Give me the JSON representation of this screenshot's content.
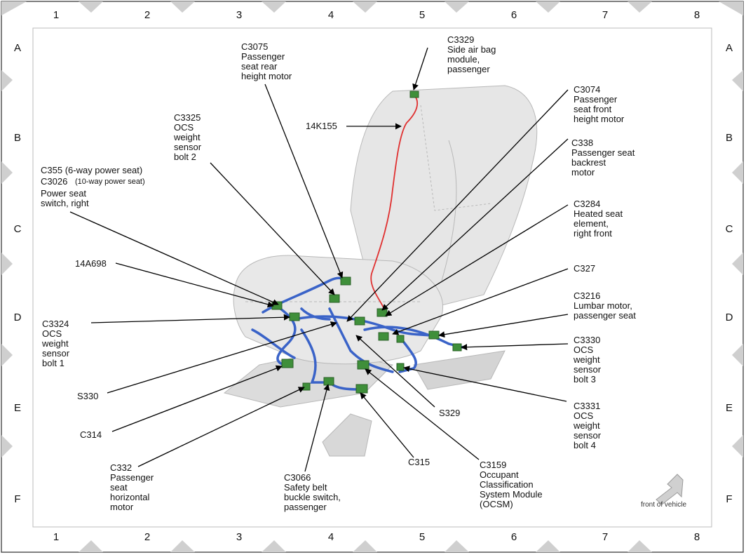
{
  "grid": {
    "columns": [
      "1",
      "2",
      "3",
      "4",
      "5",
      "6",
      "7",
      "8"
    ],
    "rows": [
      "A",
      "B",
      "C",
      "D",
      "E",
      "F"
    ]
  },
  "labels": {
    "c3075": "C3075\nPassenger\nseat rear\nheight motor",
    "c3329": "C3329\nSide air bag\nmodule,\npassenger",
    "c3325": "C3325\nOCS\nweight\nsensor\nbolt 2",
    "k155": "14K155",
    "c3074": "C3074\nPassenger\nseat front\nheight motor",
    "c338": "C338\nPassenger seat\nbackrest\nmotor",
    "c355_line1": "C355  (6-way power seat)",
    "c3026_code": "C3026",
    "c3026_desc": "(10-way power seat)",
    "c355_line3": "Power seat\nswitch, right",
    "c3284": "C3284\nHeated seat\nelement,\nright front",
    "a698": "14A698",
    "c327": "C327",
    "c3216": "C3216\nLumbar motor,\npassenger seat",
    "c3324": "C3324\nOCS\nweight\nsensor\nbolt 1",
    "c3330": "C3330\nOCS\nweight\nsensor\nbolt 3",
    "s330": "S330",
    "c3331": "C3331\nOCS\nweight\nsensor\nbolt 4",
    "s329": "S329",
    "c314": "C314",
    "c315": "C315",
    "c332": "C332\nPassenger\nseat\nhorizontal\nmotor",
    "c3066": "C3066\nSafety belt\nbuckle switch,\npassenger",
    "c3159": "C3159\nOccupant\nClassification\nSystem Module\n(OCSM)",
    "front": "front of vehicle"
  },
  "colors": {
    "harness": "#3a63c8",
    "connector": "#3f8f3a",
    "airbag_wire": "#e03030",
    "seat": "#e4e4e4",
    "border_diamond": "#cfcfcf"
  }
}
